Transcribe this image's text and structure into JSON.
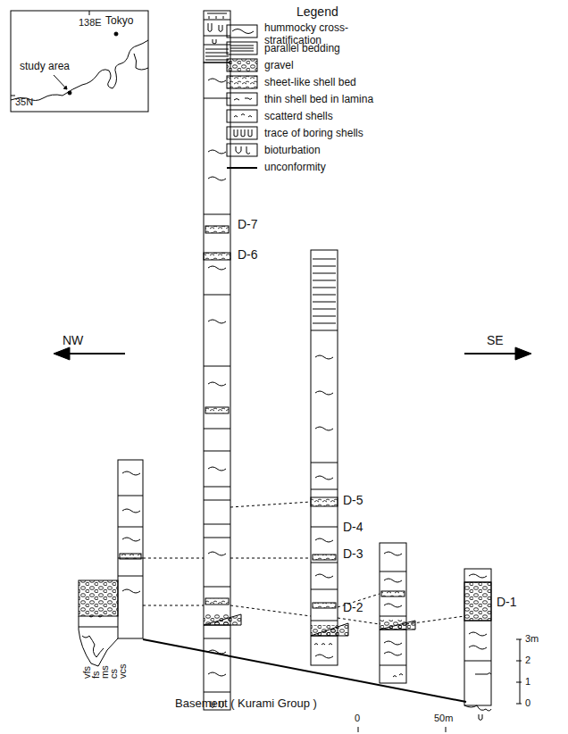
{
  "diagram": {
    "labels": [
      "138E",
      "35N",
      "Tokyo",
      "study area",
      "Legend",
      "NW",
      "SE",
      "D-7",
      "D-6",
      "D-5",
      "D-4",
      "D-3",
      "D-2",
      "D-1",
      "vfs",
      "fs",
      "ms",
      "cs",
      "vcs",
      "Basement ( Kurami Group )",
      "3m",
      "2",
      "1",
      "0",
      "0",
      "50m"
    ],
    "legend": [
      {
        "text": "hummocky cross-stratification"
      },
      {
        "text": "parallel bedding"
      },
      {
        "text": "gravel"
      },
      {
        "text": "sheet-like shell bed"
      },
      {
        "text": "thin shell bed in lamina"
      },
      {
        "text": "scatterd shells"
      },
      {
        "text": "trace of boring shells"
      },
      {
        "text": "bioturbation"
      },
      {
        "text": "unconformity"
      }
    ]
  }
}
